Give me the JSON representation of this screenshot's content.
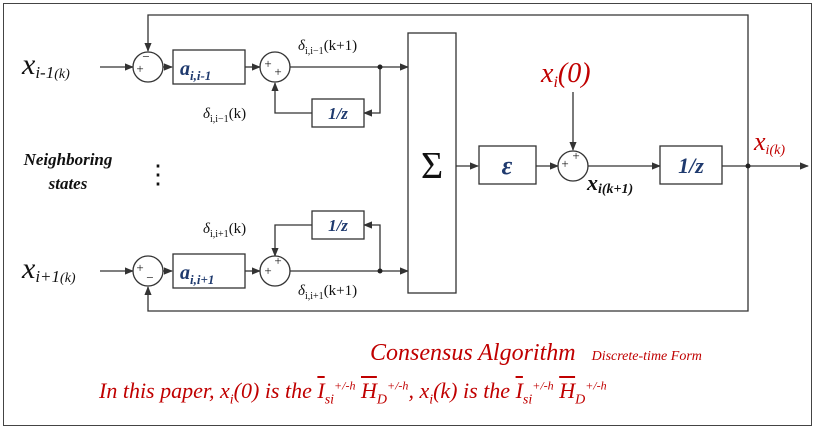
{
  "colors": {
    "block_text": "#1f3a6e",
    "highlight": "#c00000",
    "line": "#333333"
  },
  "inputs": {
    "top": {
      "base": "x",
      "sub": "i-1",
      "arg": "(k)"
    },
    "bottom": {
      "base": "x",
      "sub": "i+1",
      "arg": "(k)"
    },
    "neighbors": [
      "Neighboring",
      "states"
    ],
    "dots": "⋮"
  },
  "blocks": {
    "gain_top": {
      "base": "a",
      "sub": "i,i-1"
    },
    "gain_bottom": {
      "base": "a",
      "sub": "i,i+1"
    },
    "delay_top": "1/z",
    "delay_bottom": "1/z",
    "delay_out": "1/z",
    "sum": "Σ",
    "epsilon": "ε"
  },
  "sums": {
    "top_in_signs": [
      "−",
      "+"
    ],
    "top_acc_signs": [
      "+",
      "+"
    ],
    "bottom_in_signs": [
      "+",
      "−"
    ],
    "bottom_acc_signs": [
      "+",
      "+"
    ],
    "out_signs": [
      "+",
      "+"
    ]
  },
  "signals": {
    "delta_top_next": {
      "sym": "δ",
      "sub": "i,i−1",
      "arg": "(k+1)"
    },
    "delta_top": {
      "sym": "δ",
      "sub": "i,i−1",
      "arg": "(k)"
    },
    "delta_bottom": {
      "sym": "δ",
      "sub": "i,i+1",
      "arg": "(k)"
    },
    "delta_bottom_next": {
      "sym": "δ",
      "sub": "i,i+1",
      "arg": "(k+1)"
    },
    "x_init": {
      "base": "x",
      "sub": "i",
      "arg": "(0)"
    },
    "x_next": {
      "base": "x",
      "sub": "i",
      "arg": "(k+1)"
    },
    "x_out": {
      "base": "x",
      "sub": "i",
      "arg": "(k)"
    }
  },
  "caption": {
    "title": "Consensus Algorithm",
    "subtitle": "Discrete-time Form",
    "line2_prefix": "In this paper, ",
    "x0": {
      "base": "x",
      "sub": "i",
      "arg": "(0)"
    },
    "is_the": " is the ",
    "I": {
      "base": "I",
      "sub": "si",
      "sup": "+/-h"
    },
    "H": {
      "base": "H",
      "sub": "D",
      "sup": "+/-h"
    },
    "sep": ", ",
    "xk": {
      "base": "x",
      "sub": "i",
      "arg": "(k)"
    }
  }
}
